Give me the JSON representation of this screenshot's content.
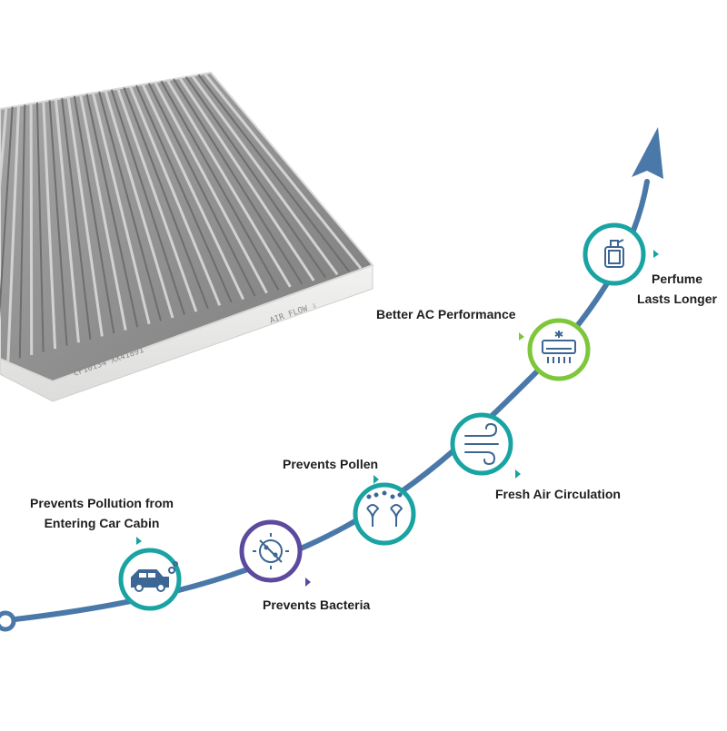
{
  "filter": {
    "airflow_marking": "AIR FLOW ⇩",
    "part_marking": "CF10134 XX41891"
  },
  "benefits": [
    {
      "label": "Prevents Pollution from Entering Car Cabin",
      "line1": "Prevents Pollution from",
      "line2": "Entering Car Cabin",
      "icon": "car-exhaust-icon",
      "color": "#1aa3a3"
    },
    {
      "label": "Prevents Bacteria",
      "icon": "bacteria-icon",
      "color": "#5c4a9e"
    },
    {
      "label": "Prevents Pollen",
      "icon": "pollen-flower-icon",
      "color": "#1aa3a3"
    },
    {
      "label": "Fresh Air Circulation",
      "icon": "wind-icon",
      "color": "#1aa3a3"
    },
    {
      "label": "Better AC Performance",
      "icon": "air-conditioner-icon",
      "color": "#7ec63a"
    },
    {
      "label": "Perfume Lasts Longer",
      "line1": "Perfume",
      "line2": "Lasts Longer",
      "icon": "perfume-bottle-icon",
      "color": "#1aa3a3"
    }
  ],
  "colors": {
    "path": "#4a78a8",
    "teal": "#1aa3a3",
    "purple": "#5c4a9e",
    "green": "#7ec63a",
    "icon": "#3c6694"
  }
}
